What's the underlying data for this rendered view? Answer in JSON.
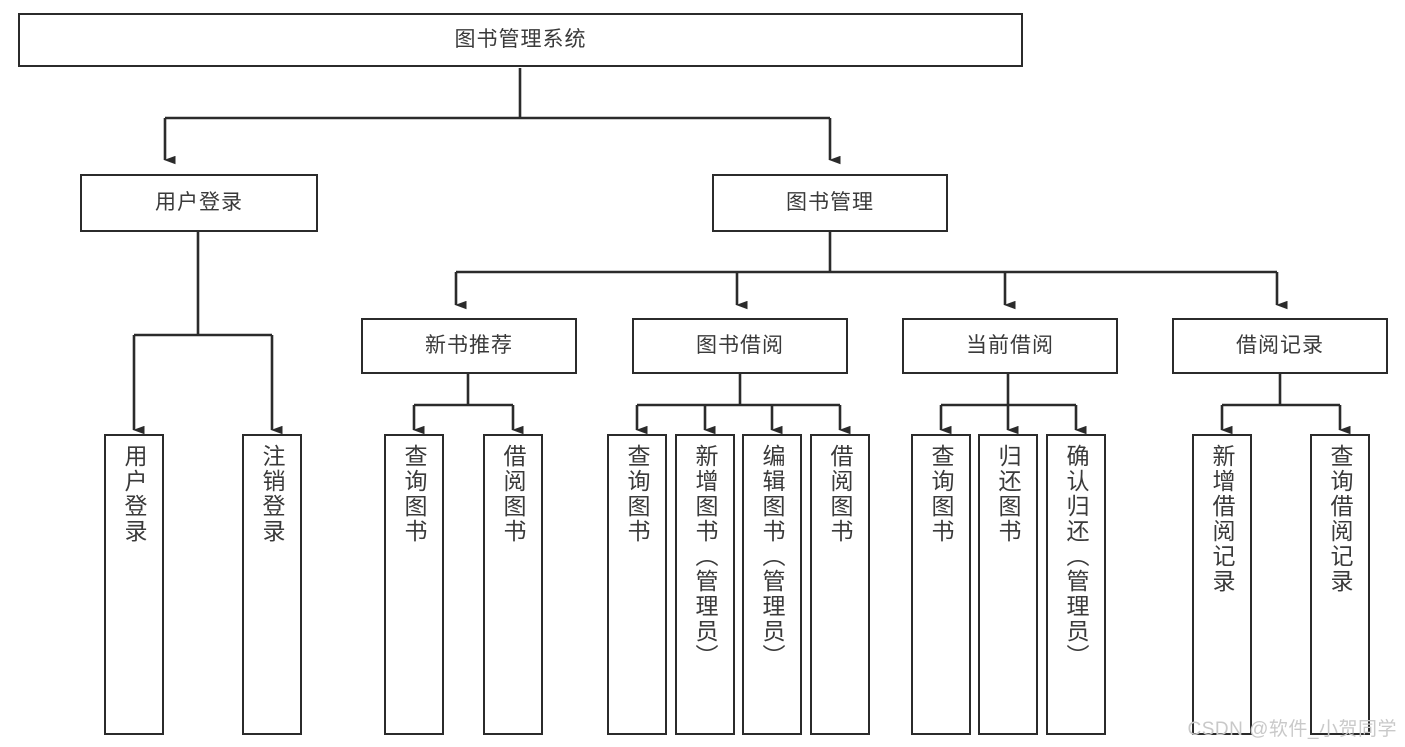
{
  "diagram": {
    "type": "hierarchy-tree",
    "title": "图书管理系统",
    "root": {
      "id": "root",
      "label": "图书管理系统",
      "orientation": "horizontal"
    },
    "level2": [
      {
        "id": "user-login",
        "label": "用户登录",
        "orientation": "horizontal"
      },
      {
        "id": "book-manage",
        "label": "图书管理",
        "orientation": "horizontal"
      }
    ],
    "level3": [
      {
        "id": "new-book-recommend",
        "label": "新书推荐",
        "orientation": "horizontal",
        "parent": "book-manage"
      },
      {
        "id": "book-borrow",
        "label": "图书借阅",
        "orientation": "horizontal",
        "parent": "book-manage"
      },
      {
        "id": "current-borrow",
        "label": "当前借阅",
        "orientation": "horizontal",
        "parent": "book-manage"
      },
      {
        "id": "borrow-record",
        "label": "借阅记录",
        "orientation": "horizontal",
        "parent": "book-manage"
      }
    ],
    "leaves": {
      "user_login": [
        {
          "id": "leaf-user-login",
          "label": "用户登录"
        },
        {
          "id": "leaf-logout-login",
          "label": "注销登录"
        }
      ],
      "new_book_recommend": [
        {
          "id": "leaf-query-book-1",
          "label": "查询图书"
        },
        {
          "id": "leaf-borrow-book-1",
          "label": "借阅图书"
        }
      ],
      "book_borrow": [
        {
          "id": "leaf-query-book-2",
          "label": "查询图书"
        },
        {
          "id": "leaf-add-book",
          "label": "新增图书（管理员）"
        },
        {
          "id": "leaf-edit-book",
          "label": "编辑图书（管理员）"
        },
        {
          "id": "leaf-borrow-book-2",
          "label": "借阅图书"
        }
      ],
      "current_borrow": [
        {
          "id": "leaf-query-book-3",
          "label": "查询图书"
        },
        {
          "id": "leaf-return-book",
          "label": "归还图书"
        },
        {
          "id": "leaf-confirm-return",
          "label": "确认归还（管理员）"
        }
      ],
      "borrow_record": [
        {
          "id": "leaf-add-record",
          "label": "新增借阅记录"
        },
        {
          "id": "leaf-query-record",
          "label": "查询借阅记录"
        }
      ]
    }
  },
  "watermark": {
    "text": "CSDN @软件_小贺同学"
  },
  "colors": {
    "stroke": "#2b2b2b",
    "text": "#3a3a3a",
    "background": "#ffffff",
    "watermark": "#c9c9c9"
  }
}
